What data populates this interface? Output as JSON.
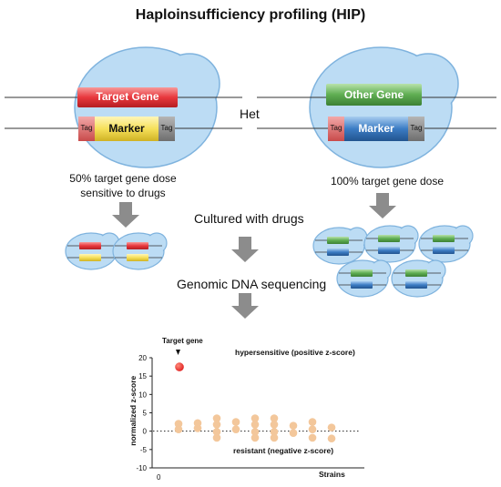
{
  "title": "Haploinsufficiency profiling (HIP)",
  "het_label": "Het",
  "left_cell": {
    "gene_label": "Target Gene",
    "marker_label": "Marker",
    "tag_label": "Tag",
    "gene_color": "#e8383d",
    "marker_color": "#f6e05a",
    "caption_line1": "50% target gene dose",
    "caption_line2": "sensitive to drugs"
  },
  "right_cell": {
    "gene_label": "Other Gene",
    "marker_label": "Marker",
    "tag_label": "Tag",
    "gene_color": "#5fae52",
    "marker_color": "#3b7cc4",
    "caption": "100% target gene dose"
  },
  "steps": {
    "culture": "Cultured with drugs",
    "sequencing": "Genomic DNA sequencing"
  },
  "colors": {
    "cell_fill": "#bcdcf4",
    "cell_stroke": "#7fb3de",
    "arrow": "#8c8c8c",
    "tag_left": "#e06a6a",
    "tag_right": "#8c8c8c",
    "highlight_point": "#e8383d",
    "other_points": "#f3c79b"
  },
  "plot": {
    "annotation_target": "Target gene",
    "annotation_hyper": "hypersensitive (positive z-score)",
    "annotation_resistant": "resistant (negative z-score)"
  },
  "chart_data": {
    "type": "scatter",
    "xlabel": "Strains",
    "ylabel": "normalized z-score",
    "x_tick_labels": [
      "0"
    ],
    "ylim": [
      -10,
      20
    ],
    "yticks": [
      20,
      15,
      10,
      5,
      0,
      -5,
      -10
    ],
    "zero_line": "dotted",
    "highlight": {
      "name": "Target gene",
      "x": 1,
      "y": 17.5
    },
    "points": [
      {
        "x": 2,
        "y": 2
      },
      {
        "x": 2,
        "y": 0.5
      },
      {
        "x": 3,
        "y": 2.2
      },
      {
        "x": 3,
        "y": 0.8
      },
      {
        "x": 4,
        "y": 3.5
      },
      {
        "x": 4,
        "y": 1.8
      },
      {
        "x": 4,
        "y": -0.2
      },
      {
        "x": 4,
        "y": -1.8
      },
      {
        "x": 5,
        "y": 2.5
      },
      {
        "x": 5,
        "y": 0.5
      },
      {
        "x": 6,
        "y": 3.5
      },
      {
        "x": 6,
        "y": 1.8
      },
      {
        "x": 6,
        "y": -0.2
      },
      {
        "x": 6,
        "y": -1.8
      },
      {
        "x": 7,
        "y": 3.5
      },
      {
        "x": 7,
        "y": 1.8
      },
      {
        "x": 7,
        "y": -0.2
      },
      {
        "x": 7,
        "y": -1.8
      },
      {
        "x": 8,
        "y": 1.5
      },
      {
        "x": 8,
        "y": -0.5
      },
      {
        "x": 9,
        "y": 2.5
      },
      {
        "x": 9,
        "y": 0.5
      },
      {
        "x": 9,
        "y": -1.8
      },
      {
        "x": 10,
        "y": 1
      },
      {
        "x": 10,
        "y": -2
      }
    ]
  }
}
